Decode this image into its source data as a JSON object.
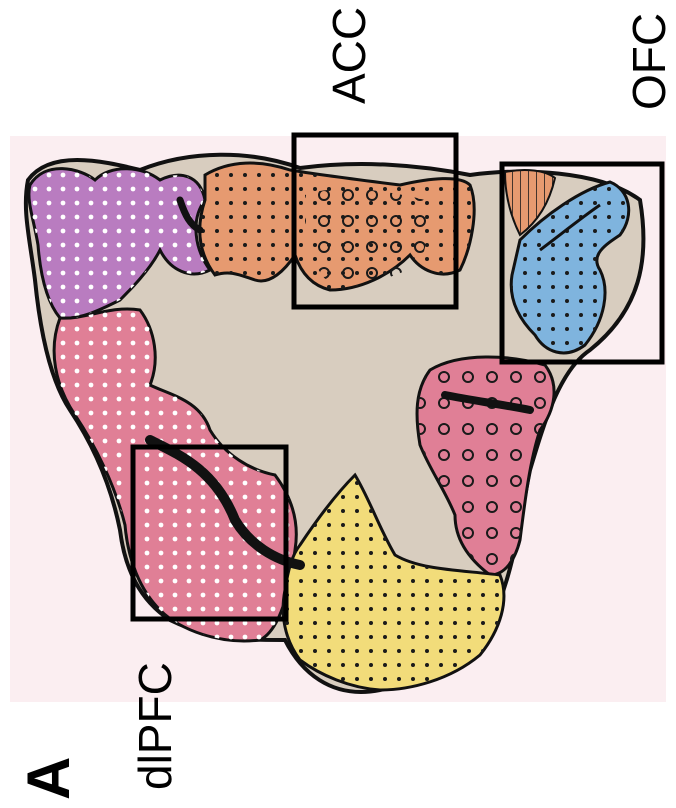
{
  "panel_letter": "A",
  "regions": [
    {
      "id": "acc",
      "label": "ACC"
    },
    {
      "id": "ofc",
      "label": "OFC"
    },
    {
      "id": "dlpfc",
      "label": "dlPFC"
    }
  ],
  "colors": {
    "background_panel": "#fbeef1",
    "white_matter": "#d8cdbf",
    "purple_region": "#b97cc0",
    "orange_region": "#e69a70",
    "blue_region": "#7fb4de",
    "pink_region": "#e07f96",
    "yellow_region": "#f2dc7a",
    "sulcus": "#111111",
    "box_outline": "#000000"
  }
}
